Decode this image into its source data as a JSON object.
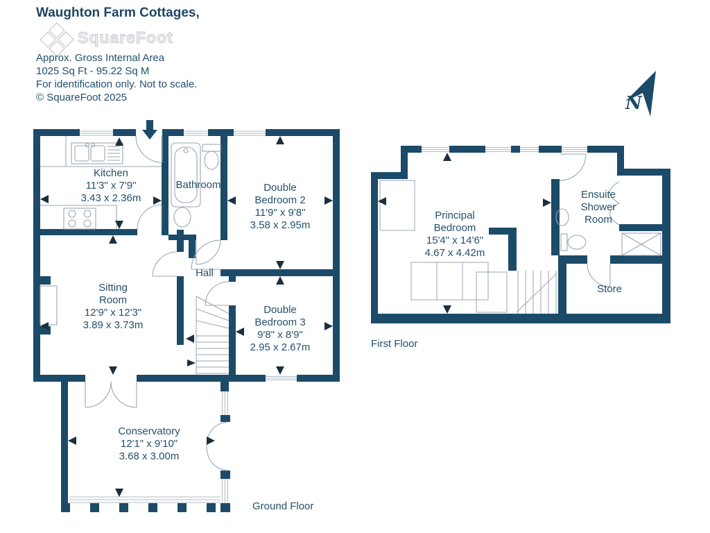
{
  "header": {
    "title": "Waughton Farm Cottages,",
    "logo_text": "SquareFoot",
    "area_label": "Approx. Gross Internal Area",
    "area_value": "1025 Sq Ft  -  95.22 Sq M",
    "disclaimer": "For identification only. Not to scale.",
    "copyright": "© SquareFoot 2025"
  },
  "north_indicator": {
    "letter": "N"
  },
  "colors": {
    "wall": "#1b4b68",
    "text": "#24506b",
    "fixture_line": "#9aa6b2",
    "watermark": "#c7cbd1"
  },
  "floors": {
    "ground": {
      "label": "Ground Floor",
      "rooms": {
        "kitchen": {
          "name": "Kitchen",
          "imperial": "11'3\" x 7'9\"",
          "metric": "3.43 x 2.36m"
        },
        "bathroom": {
          "name": "Bathroom"
        },
        "bedroom2": {
          "line1": "Double",
          "line2": "Bedroom 2",
          "imperial": "11'9\" x 9'8\"",
          "metric": "3.58 x 2.95m"
        },
        "sitting": {
          "line1": "Sitting",
          "line2": "Room",
          "imperial": "12'9\" x 12'3\"",
          "metric": "3.89 x 3.73m"
        },
        "hall": {
          "name": "Hall"
        },
        "bedroom3": {
          "line1": "Double",
          "line2": "Bedroom 3",
          "imperial": "9'8\" x 8'9\"",
          "metric": "2.95 x 2.67m"
        },
        "conservatory": {
          "name": "Conservatory",
          "imperial": "12'1\" x 9'10\"",
          "metric": "3.68 x 3.00m"
        }
      }
    },
    "first": {
      "label": "First Floor",
      "rooms": {
        "principal": {
          "line1": "Principal",
          "line2": "Bedroom",
          "imperial": "15'4\" x 14'6\"",
          "metric": "4.67 x 4.42m"
        },
        "ensuite": {
          "line1": "Ensuite",
          "line2": "Shower",
          "line3": "Room"
        },
        "store": {
          "name": "Store"
        }
      }
    }
  }
}
